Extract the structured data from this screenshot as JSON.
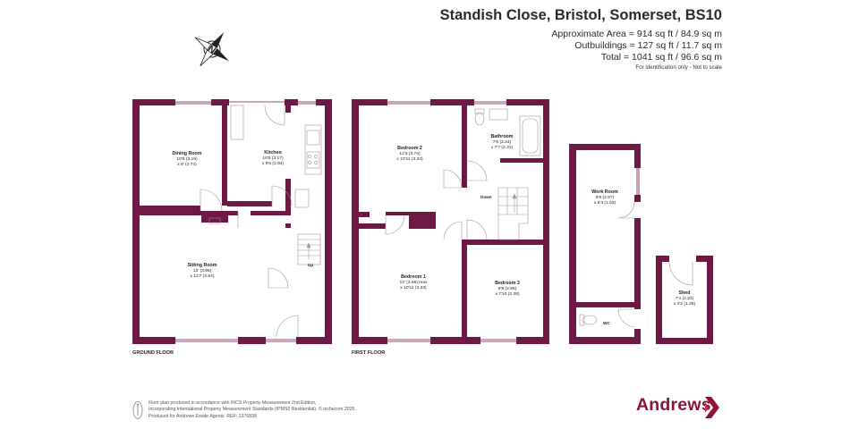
{
  "header": {
    "address": "Standish Close, Bristol, Somerset, BS10",
    "approx_area": "Approximate Area = 914 sq ft / 84.9 sq m",
    "outbuildings": "Outbuildings = 127 sq ft / 11.7 sq m",
    "total": "Total = 1041 sq ft / 96.6 sq m",
    "note": "For identification only - Not to scale"
  },
  "compass": {
    "letter": "N",
    "icon": "compass-icon"
  },
  "floors": {
    "ground": "GROUND FLOOR",
    "first": "FIRST FLOOR"
  },
  "rooms": {
    "dining": {
      "name": "Dining Room",
      "dim1": "10'6 (3.19)",
      "dim2": "x 9' (2.74)"
    },
    "kitchen": {
      "name": "Kitchen",
      "dim1": "10'5 (3.17)",
      "dim2": "x 9'8 (2.94)"
    },
    "sitting": {
      "name": "Sitting Room",
      "dim1": "13' (3.95)",
      "dim2": "x 12'7 (3.84)"
    },
    "bedroom2": {
      "name": "Bedroom 2",
      "dim1": "12'3 (3.74)",
      "dim2": "x 10'11 (3.34)"
    },
    "bathroom": {
      "name": "Bathroom",
      "dim1": "7'8 (2.34)",
      "dim2": "x 7'7 (2.31)"
    },
    "bedroom1": {
      "name": "Bedroom 1",
      "dim1": "13' (3.96) max",
      "dim2": "x 10'11 (3.33)"
    },
    "bedroom3": {
      "name": "Bedroom 3",
      "dim1": "9'8 (2.95)",
      "dim2": "x 7'10 (2.38)"
    },
    "workroom": {
      "name": "Work Room",
      "dim1": "9'9 (2.97)",
      "dim2": "x 5'4 (1.63)"
    },
    "shed": {
      "name": "Shed",
      "dim1": "7'4 (2.23)",
      "dim2": "x 4'2 (1.28)"
    }
  },
  "labels": {
    "up": "Up",
    "down": "Down",
    "wc": "WC"
  },
  "footer": {
    "line1": "Floor plan produced in accordance with RICS Property Measurement 2nd Edition,",
    "line2": "Incorporating International Property Measurement Standards (IPMS2 Residential).  © nichecom 2025.",
    "line3": "Produced for Andrews Estate Agents.   REF:  1376838"
  },
  "brand": {
    "name": "Andrews",
    "color": "#8a1538",
    "icon": "brand-chevron-icon"
  },
  "colors": {
    "wall": "#6e1845",
    "text": "#2a2a2a",
    "fixture": "#888888"
  }
}
